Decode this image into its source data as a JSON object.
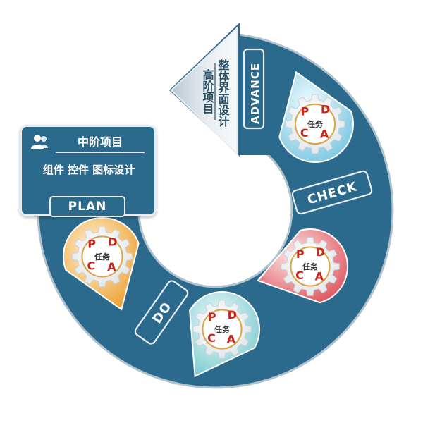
{
  "plan": {
    "title": "中阶项目",
    "subtitle": "组件 控件 图标设计",
    "badge": "PLAN"
  },
  "advance": {
    "badge": "ADVANCE",
    "text_col1": "整体界面设计",
    "text_col2": "高阶项目"
  },
  "check_label": "CHECK",
  "do_label": "DO",
  "gear": {
    "p": "P",
    "d": "D",
    "c": "C",
    "a": "A",
    "center": "任务"
  },
  "colors": {
    "ring": "#2b6a8c",
    "badge_border": "#e6eef3",
    "drop_blue": "#8fd0e6",
    "drop_red": "#e3686e",
    "drop_teal": "#8fd2d6",
    "drop_orange": "#f0ad3e",
    "gear_letter": "#c9241d"
  }
}
